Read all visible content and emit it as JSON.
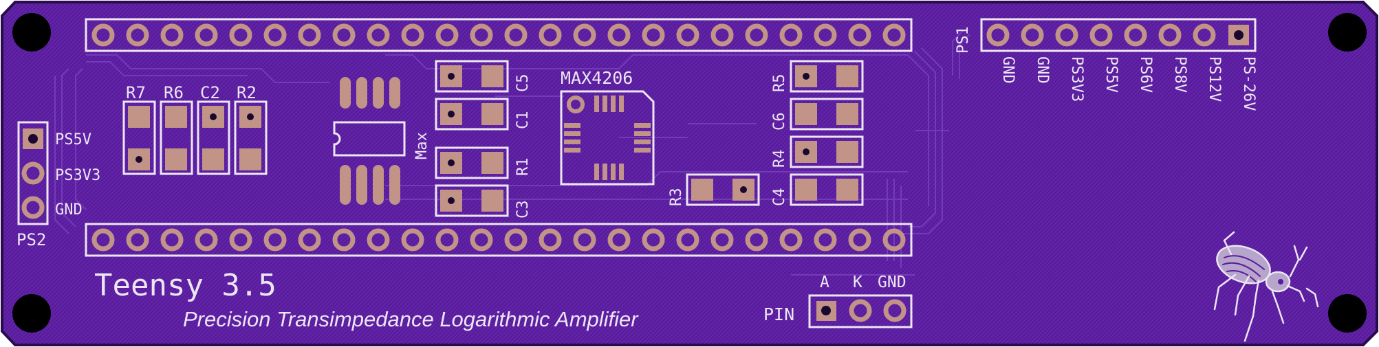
{
  "board": {
    "title": "Teensy 3.5",
    "subtitle": "Precision Transimpedance Logarithmic Amplifier",
    "colors": {
      "soldermask": "#5a1c9e",
      "edge": "#2a0c4a",
      "silkscreen": "#ece6f3",
      "copper_pad": "#c29488",
      "hole": "#000000"
    }
  },
  "headers": {
    "teensy_pin_count_per_row": 24
  },
  "ps2": {
    "label": "PS2",
    "pins": [
      "PS5V",
      "PS3V3",
      "GND"
    ]
  },
  "ps1": {
    "label": "PS1",
    "pins": [
      "GND",
      "GND",
      "PS3V3",
      "PS5V",
      "PS6V",
      "PS8V",
      "PS12V",
      "PS-26V"
    ]
  },
  "components": {
    "r7": "R7",
    "r6": "R6",
    "c2": "C2",
    "r2": "R2",
    "c5": "C5",
    "c1": "C1",
    "r1": "R1",
    "c3": "C3",
    "max_label": "Max",
    "ic_name": "MAX4206",
    "r5": "R5",
    "c6": "C6",
    "r4": "R4",
    "c4": "C4",
    "r3": "R3"
  },
  "pin_header": {
    "label": "PIN",
    "pins": [
      "A",
      "K",
      "GND"
    ]
  },
  "logo": {
    "icon": "weevil-bug-icon"
  }
}
